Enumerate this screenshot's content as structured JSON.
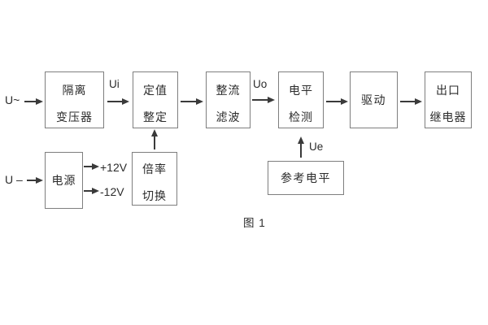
{
  "figure": {
    "caption": "图 1",
    "colors": {
      "border": "#7e7e7e",
      "line": "#3a3a3a",
      "text": "#2b2b2b",
      "background": "#ffffff"
    },
    "boxes": {
      "isolation_transformer": {
        "line1": "隔离",
        "line2": "变压器"
      },
      "value_setting": {
        "line1": "定值",
        "line2": "整定"
      },
      "rectify_filter": {
        "line1": "整流",
        "line2": "滤波"
      },
      "level_detect": {
        "line1": "电平",
        "line2": "检测"
      },
      "drive": {
        "line1": "驱动"
      },
      "outlet_relay": {
        "line1": "出口",
        "line2": "继电器"
      },
      "power_supply": {
        "line1": "电源"
      },
      "ratio_switch": {
        "line1": "倍率",
        "line2": "切换"
      },
      "reference_level": {
        "line1": "参考电平"
      }
    },
    "signals": {
      "ac_input": "U~",
      "dc_input": "U –",
      "ui": "Ui",
      "uo": "Uo",
      "ue": "Ue",
      "rail_pos": "+12V",
      "rail_neg": "-12V"
    }
  }
}
